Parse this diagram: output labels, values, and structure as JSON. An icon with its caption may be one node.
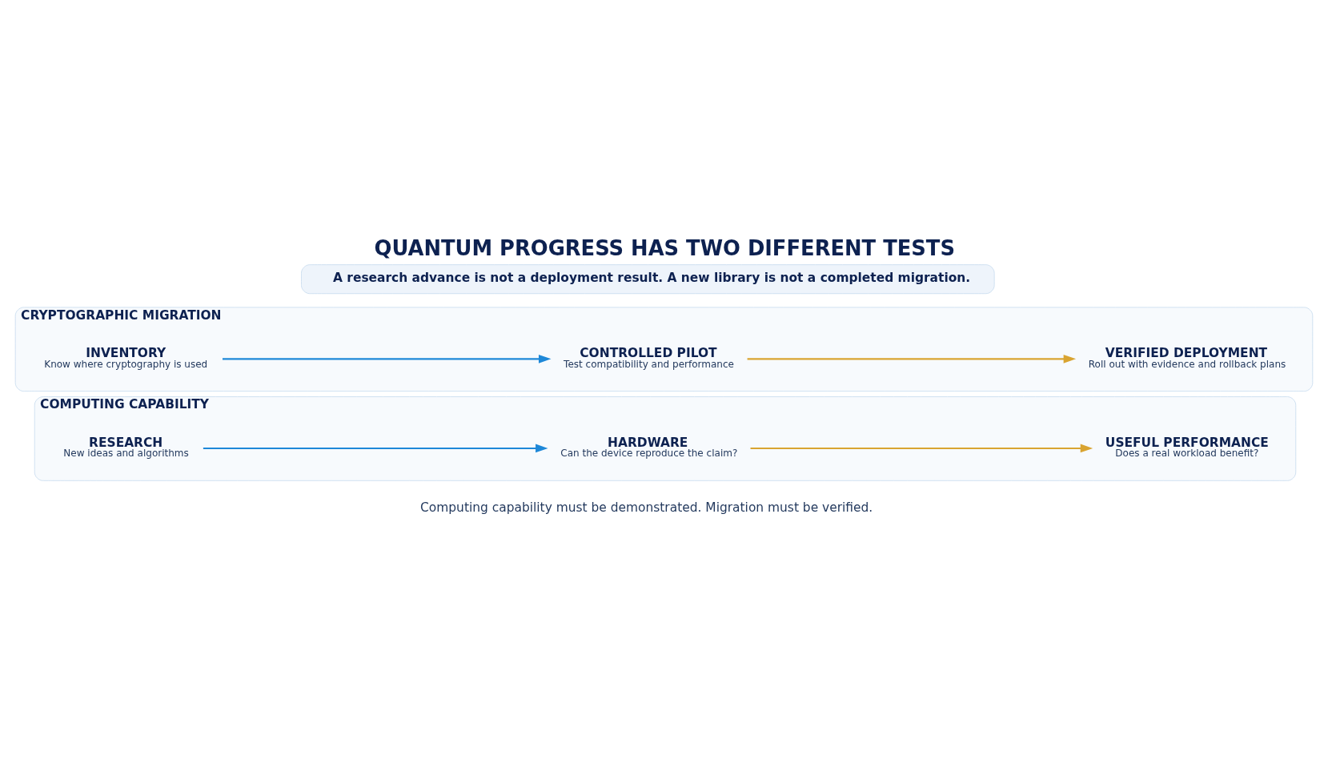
{
  "diagram": {
    "title": "QUANTUM PROGRESS HAS TWO DIFFERENT TESTS",
    "nodes": [
      {
        "text": [
          "COMPUTING CAPABILITY"
        ]
      },
      {
        "text": [
          "RESEARCH",
          "New ideas and algorithms"
        ],
        "in": 0
      },
      {
        "text": [
          "HARDWARE",
          "Can the device reproduce the claim?"
        ],
        "in": 0
      },
      {
        "text": [
          "USEFUL PERFORMANCE",
          "Does a real workload benefit?"
        ],
        "in": 0
      },
      {
        "text": [
          "CRYPTOGRAPHIC MIGRATION"
        ]
      },
      {
        "text": [
          "INVENTORY",
          "Know where cryptography is used"
        ],
        "in": 4
      },
      {
        "text": [
          "CONTROLLED PILOT",
          "Test compatibility and performance"
        ],
        "in": 4
      },
      {
        "text": [
          "VERIFIED DEPLOYMENT",
          "Roll out with evidence and rollback plans"
        ],
        "in": 4
      },
      {
        "text": [
          "A research advance is not a deployment result. A new library is not a completed migration."
        ]
      }
    ],
    "edges": [
      {
        "from": 1,
        "to": 2,
        "arrow": "to",
        "color": "#1e88d8"
      },
      {
        "from": 2,
        "to": 3,
        "arrow": "to",
        "color": "#d9a431"
      },
      {
        "from": 5,
        "to": 6,
        "arrow": "to",
        "color": "#1e88d8"
      },
      {
        "from": 6,
        "to": 7,
        "arrow": "to",
        "color": "#d9a431"
      }
    ],
    "labels": [
      "Computing capability must be demonstrated. Migration must be verified."
    ]
  }
}
